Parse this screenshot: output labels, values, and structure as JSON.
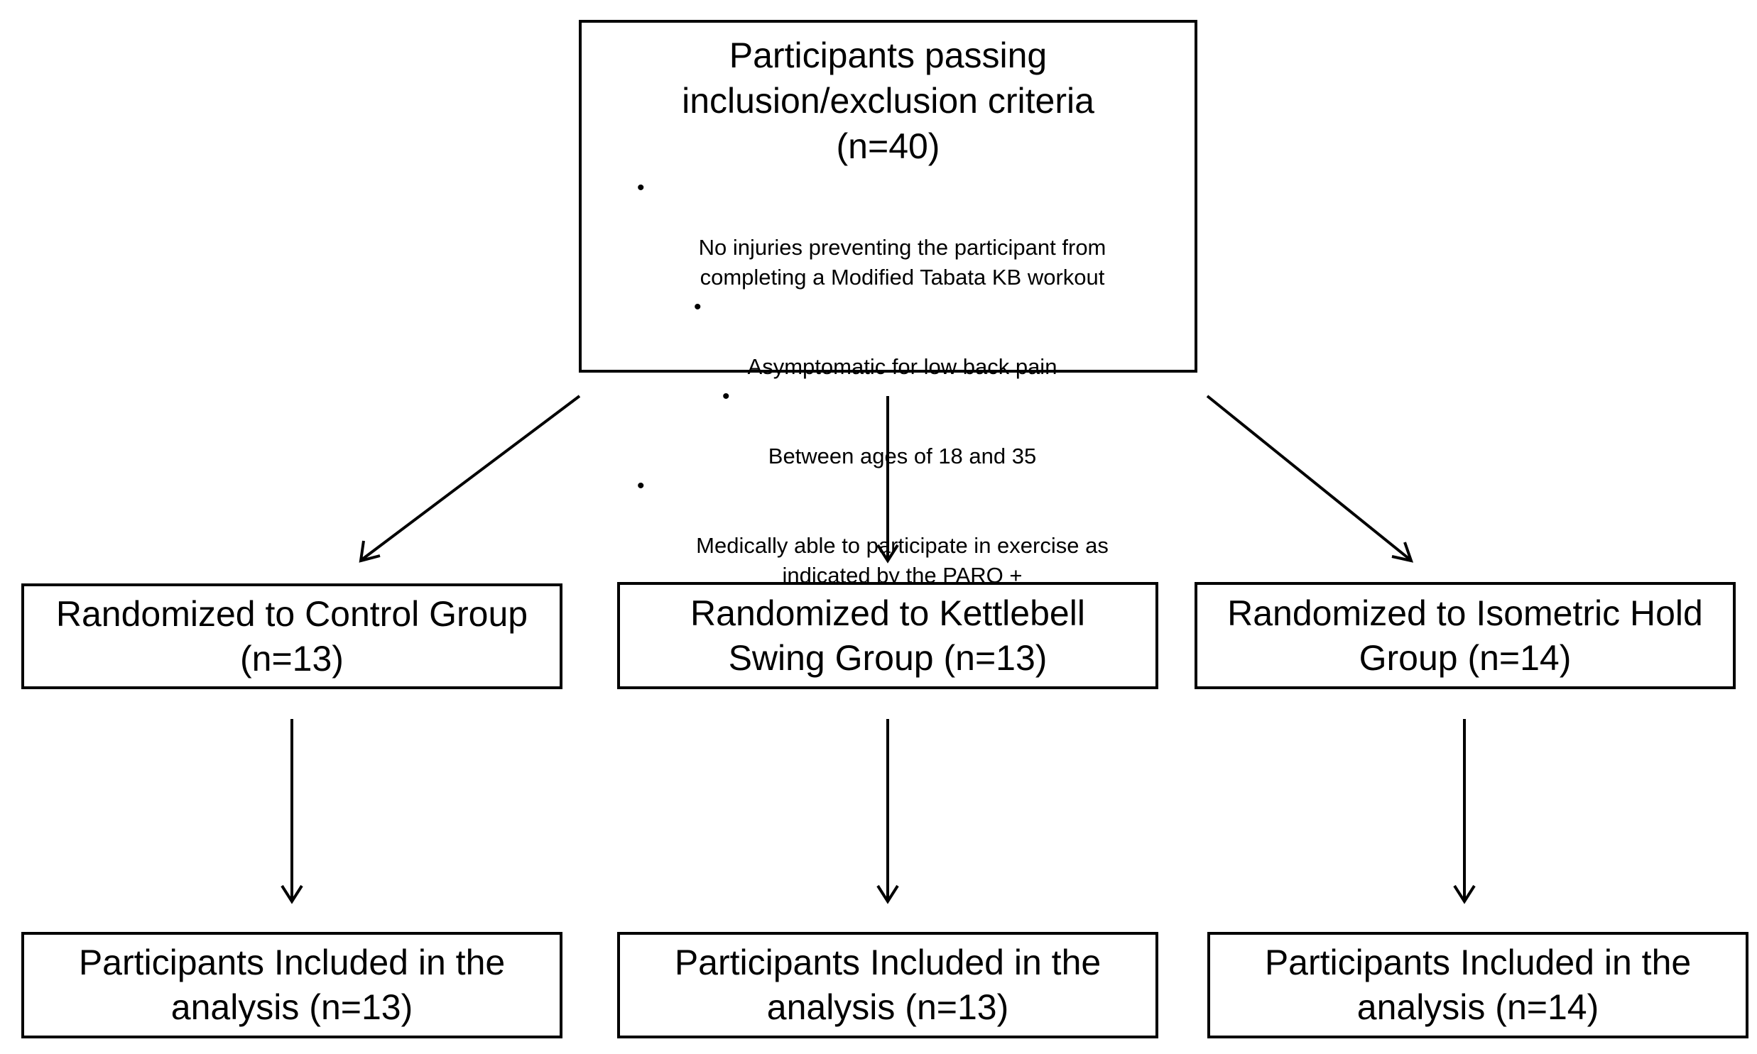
{
  "top_box": {
    "title": "Participants passing\ninclusion/exclusion criteria\n(n=40)",
    "criteria": [
      "No injuries preventing the participant from\ncompleting a Modified Tabata KB workout",
      "Asymptomatic for low back pain",
      "Between ages of 18 and 35",
      "Medically able to participate in exercise as\nindicated by the PARQ +"
    ]
  },
  "groups": [
    {
      "label": "Randomized to Control Group\n(n=13)",
      "analysis": "Participants Included in the\nanalysis (n=13)"
    },
    {
      "label": "Randomized to Kettlebell\nSwing Group (n=13)",
      "analysis": "Participants Included in the\nanalysis (n=13)"
    },
    {
      "label": "Randomized to Isometric Hold\nGroup (n=14)",
      "analysis": "Participants Included in the\nanalysis (n=14)"
    }
  ],
  "colors": {
    "stroke": "#000000",
    "background": "#ffffff"
  }
}
